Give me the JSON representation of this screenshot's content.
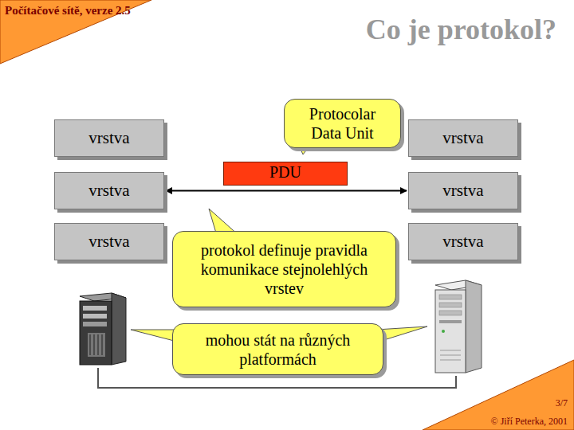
{
  "diagram": {
    "title": "Co je protokol?",
    "nodes": [
      {
        "text": [
          "Počítačové sítě, verze 2.5"
        ]
      },
      {
        "text": [
          "Protocolar Data Unit"
        ]
      },
      {
        "text": [
          "vrstva"
        ]
      },
      {
        "text": [
          "vrstva"
        ]
      },
      {
        "text": [
          "PDU"
        ]
      },
      {
        "text": [
          "vrstva"
        ]
      },
      {
        "text": [
          "vrstva"
        ]
      },
      {
        "text": [
          "vrstva"
        ]
      },
      {
        "text": [
          "vrstva"
        ]
      },
      {
        "text": [
          "protokol definuje pravidla komunikace stejnolehlých vrstev"
        ]
      },
      {
        "text": [
          "mohou stát na různých platformách"
        ]
      },
      {
        "text": [
          "3/7",
          "© Jiří Peterka, 2001"
        ]
      }
    ],
    "edges": [
      {
        "from": 5,
        "to": 6,
        "arrow": "both"
      }
    ]
  }
}
